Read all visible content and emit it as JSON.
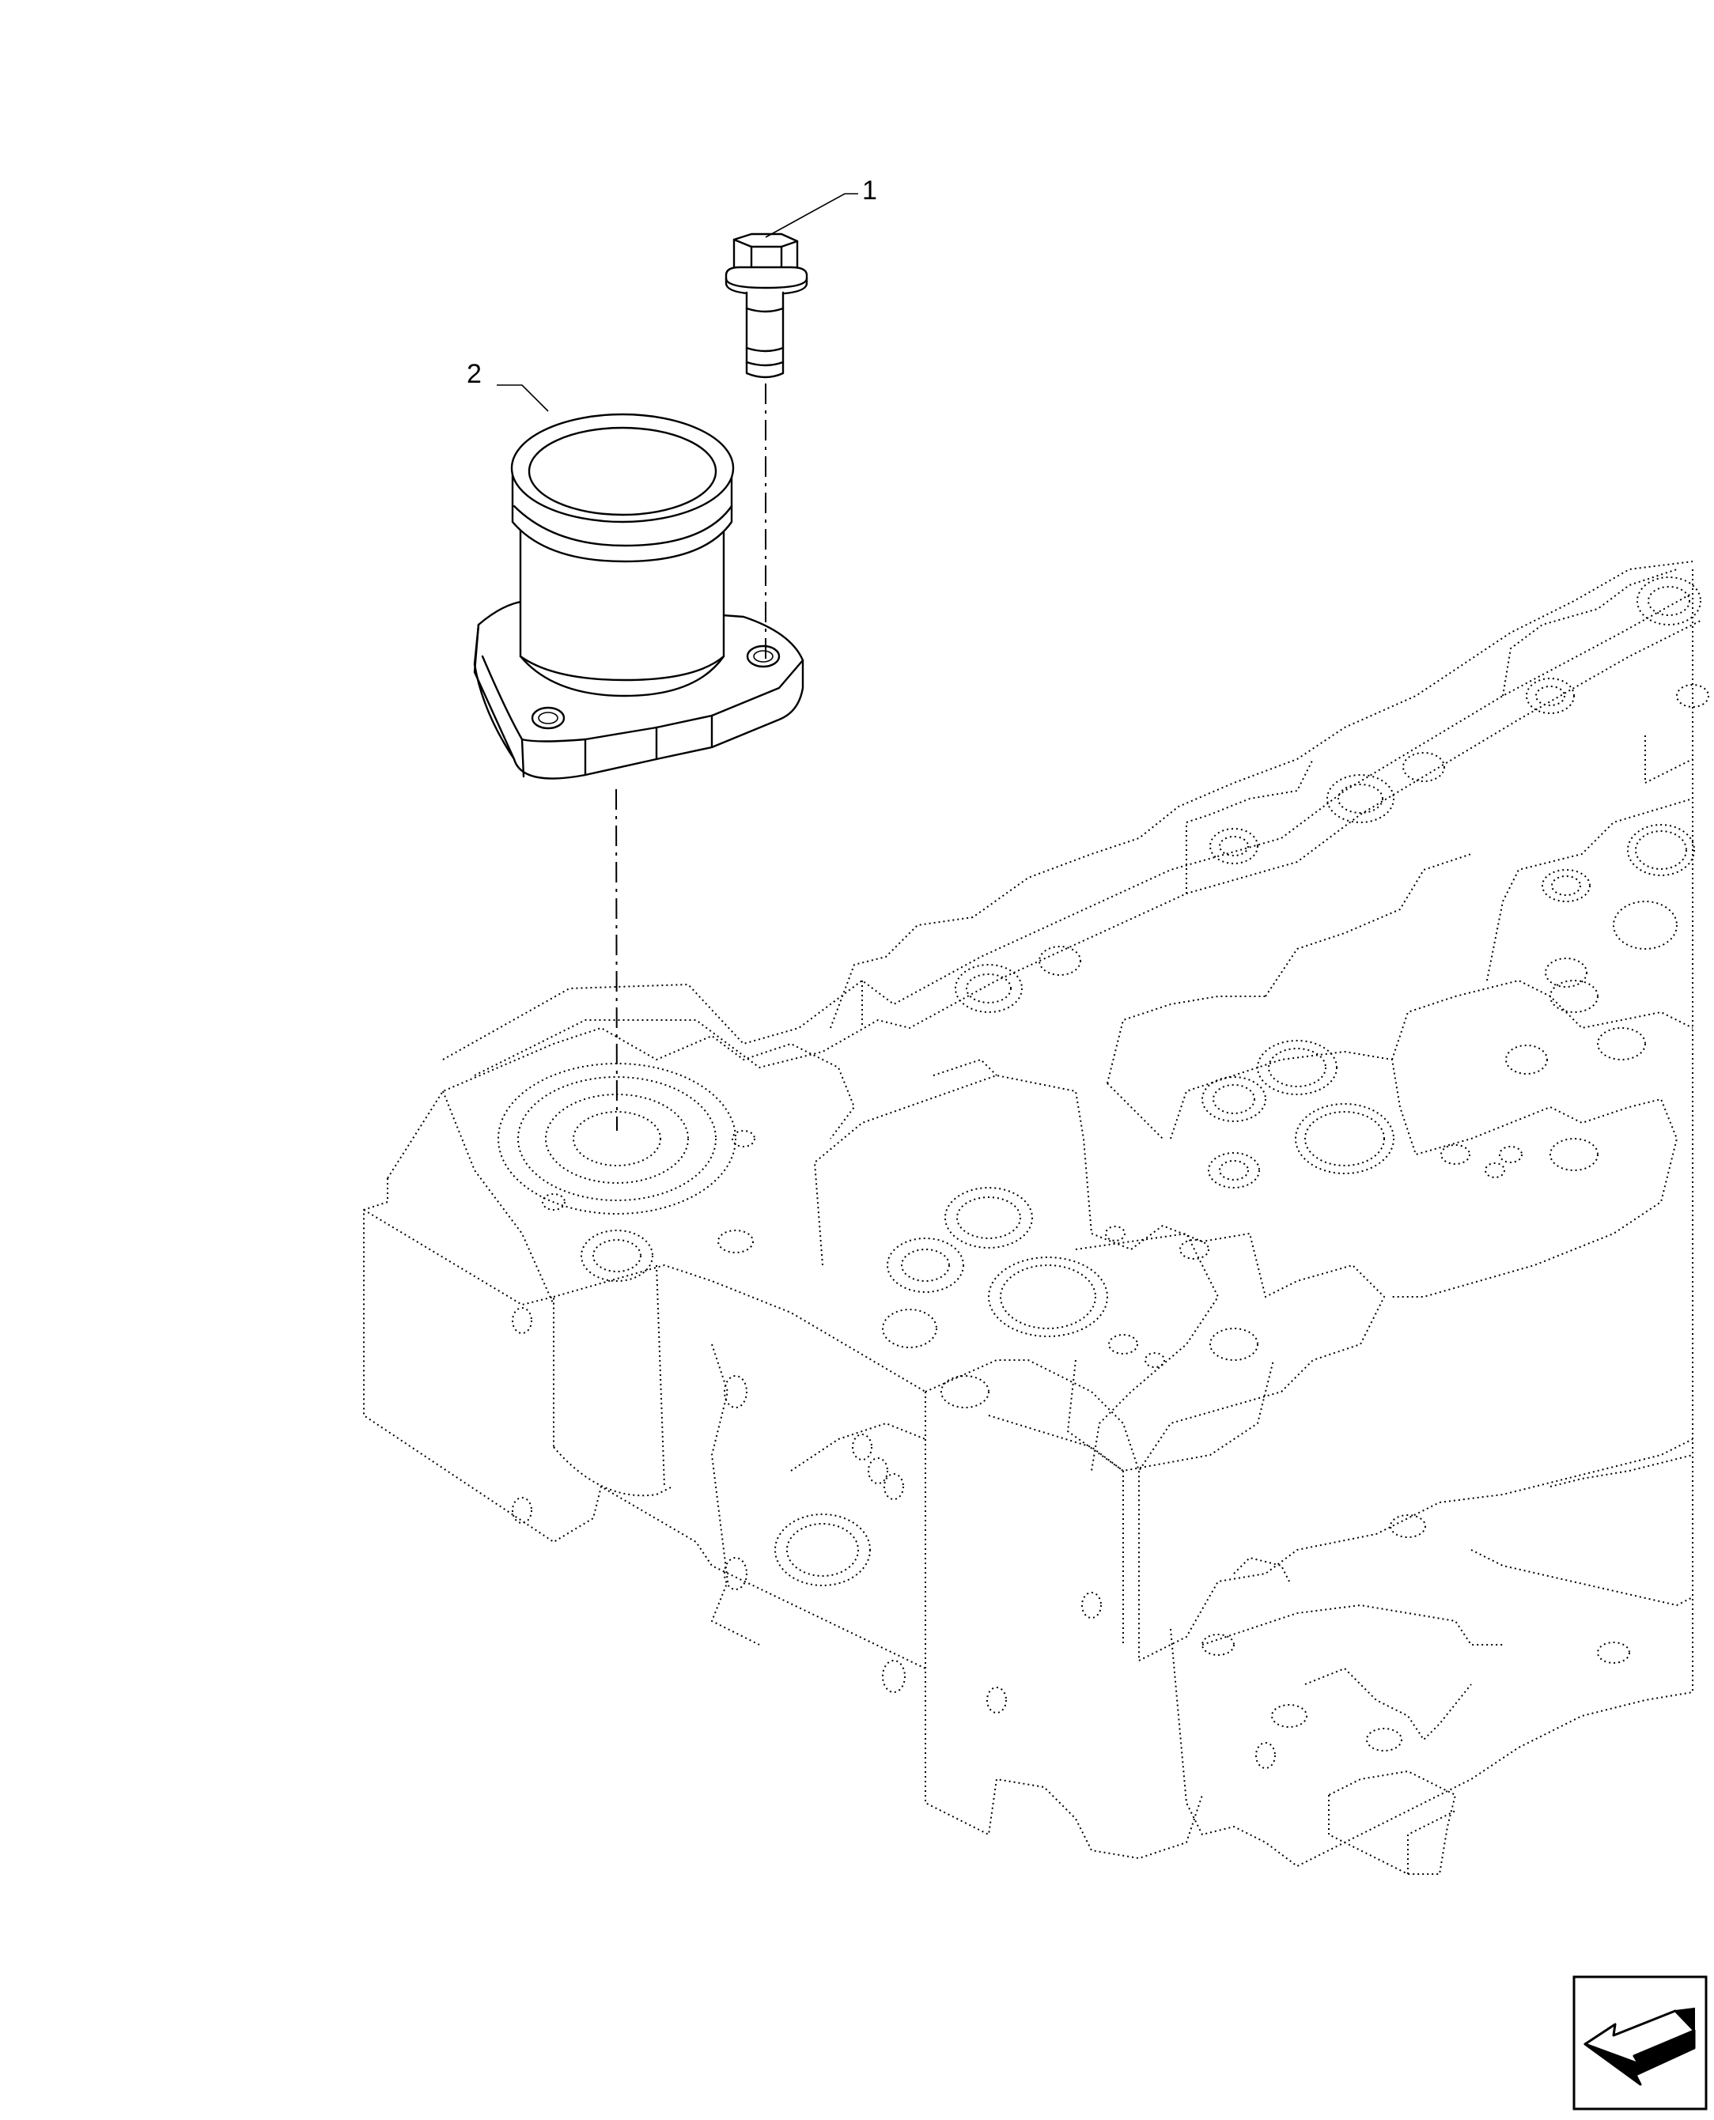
{
  "callouts": [
    {
      "id": "1",
      "label": "1",
      "part": "bolt"
    },
    {
      "id": "2",
      "label": "2",
      "part": "water-outlet-flange"
    }
  ],
  "nav_icon": "next-page-arrow-icon"
}
